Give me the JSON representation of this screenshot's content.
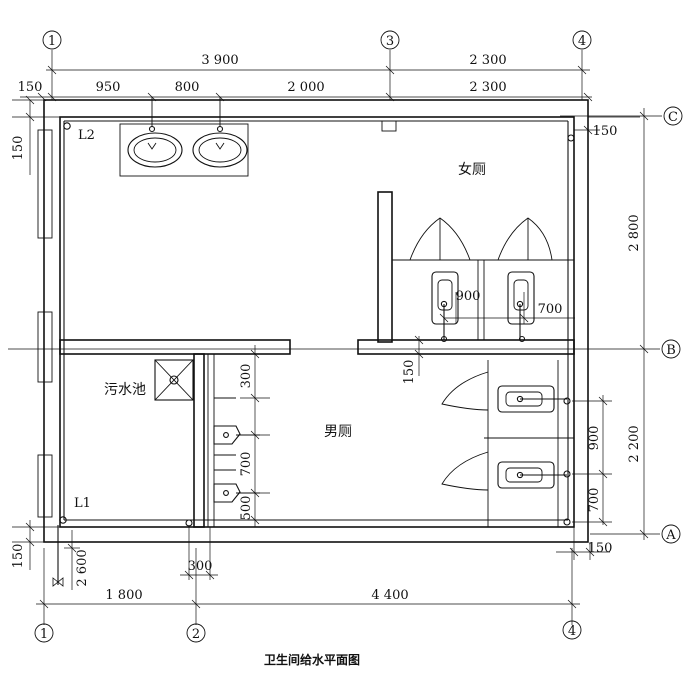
{
  "title": "卫生间给水平面图",
  "rooms": {
    "women": "女厕",
    "men": "男厕",
    "mop_sink": "污水池"
  },
  "risers": {
    "l1": "L1",
    "l2": "L2"
  },
  "axes": {
    "top_1": "1",
    "top_3": "3",
    "top_4": "4",
    "bottom_1": "1",
    "bottom_2": "2",
    "bottom_4": "4",
    "right_a": "A",
    "right_b": "B",
    "right_c": "C"
  },
  "dimensions": {
    "top_overall_left": "3 900",
    "top_overall_right": "2 300",
    "top_150": "150",
    "top_950": "950",
    "top_800": "800",
    "top_2000": "2 000",
    "top_2300": "2 300",
    "left_150_top": "150",
    "left_150_bottom": "150",
    "left_2600": "2 600",
    "right_150_top": "150",
    "right_150_bottom": "150",
    "right_2800": "2 800",
    "right_2200": "2 200",
    "right_900": "900",
    "right_700": "700",
    "women_900": "900",
    "women_700": "700",
    "mid_150": "150",
    "men_300": "300",
    "men_700": "700",
    "men_500": "500",
    "bottom_300": "300",
    "bottom_1800": "1 800",
    "bottom_4400": "4 400"
  }
}
